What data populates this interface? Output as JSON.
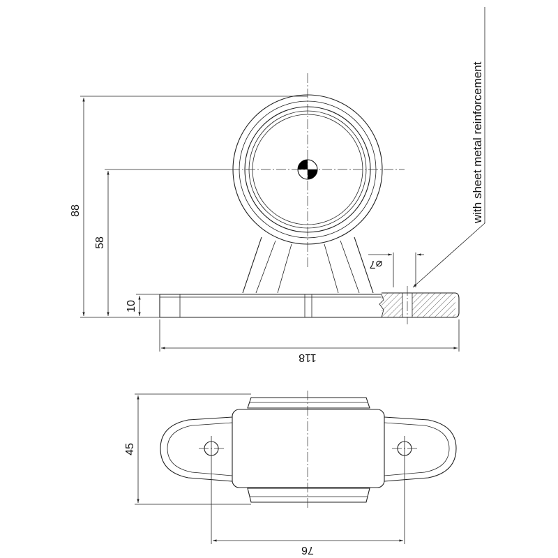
{
  "dimensions": {
    "overall_height": "88",
    "axis_height": "58",
    "base_thickness": "10",
    "base_length": "118",
    "hole_diameter": "⌀7",
    "width": "45",
    "hole_spacing": "76"
  },
  "note": "with sheet metal reinforcement",
  "colors": {
    "line": "#222222",
    "fill_dark": "#000000",
    "background": "#ffffff"
  }
}
